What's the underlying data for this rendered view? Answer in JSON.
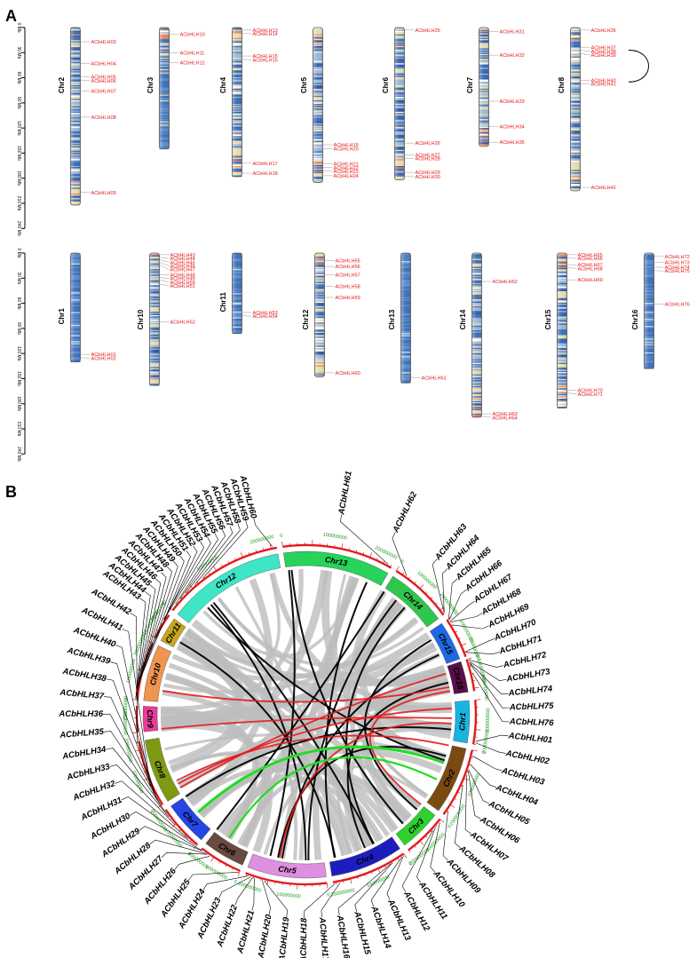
{
  "panel_a": {
    "label": "A",
    "scale_ticks": [
      "0 Mb",
      "30 Mb",
      "60 Mb",
      "90 Mb",
      "120 Mb",
      "150 Mb",
      "180 Mb",
      "210 Mb",
      "240 Mb"
    ],
    "rows": [
      {
        "chromosomes": [
          {
            "name": "Chr2",
            "length_mb": 212,
            "genes": [
              {
                "id": "ACbHLH03",
                "pos": 17
              },
              {
                "id": "ACbHLH04",
                "pos": 43
              },
              {
                "id": "ACbHLH05",
                "pos": 59
              },
              {
                "id": "ACbHLH06",
                "pos": 63
              },
              {
                "id": "ACbHLH07",
                "pos": 76
              },
              {
                "id": "ACbHLH08",
                "pos": 107
              },
              {
                "id": "ACbHLH09",
                "pos": 197
              }
            ]
          },
          {
            "name": "Chr3",
            "length_mb": 145,
            "genes": [
              {
                "id": "ACbHLH10",
                "pos": 8
              },
              {
                "id": "ACbHLH11",
                "pos": 30
              },
              {
                "id": "ACbHLH12",
                "pos": 42
              }
            ]
          },
          {
            "name": "Chr4",
            "length_mb": 178,
            "genes": [
              {
                "id": "ACbHLH13",
                "pos": 3
              },
              {
                "id": "ACbHLH14",
                "pos": 7
              },
              {
                "id": "ACbHLH15",
                "pos": 34
              },
              {
                "id": "ACbHLH16",
                "pos": 38
              },
              {
                "id": "ACbHLH17",
                "pos": 162
              },
              {
                "id": "ACbHLH18",
                "pos": 174
              }
            ]
          },
          {
            "name": "Chr5",
            "length_mb": 185,
            "genes": [
              {
                "id": "ACbHLH19",
                "pos": 140
              },
              {
                "id": "ACbHLH20",
                "pos": 145
              },
              {
                "id": "ACbHLH21",
                "pos": 163
              },
              {
                "id": "ACbHLH22",
                "pos": 167
              },
              {
                "id": "ACbHLH23",
                "pos": 171
              },
              {
                "id": "ACbHLH24",
                "pos": 177
              }
            ]
          },
          {
            "name": "Chr6",
            "length_mb": 182,
            "genes": [
              {
                "id": "ACbHLH25",
                "pos": 3
              },
              {
                "id": "ACbHLH26",
                "pos": 138
              },
              {
                "id": "ACbHLH27",
                "pos": 152
              },
              {
                "id": "ACbHLH28",
                "pos": 156
              },
              {
                "id": "ACbHLH29",
                "pos": 173
              },
              {
                "id": "ACbHLH30",
                "pos": 178
              }
            ]
          },
          {
            "name": "Chr7",
            "length_mb": 142,
            "genes": [
              {
                "id": "ACbHLH31",
                "pos": 5
              },
              {
                "id": "ACbHLH32",
                "pos": 33
              },
              {
                "id": "ACbHLH33",
                "pos": 88
              },
              {
                "id": "ACbHLH34",
                "pos": 118
              },
              {
                "id": "ACbHLH35",
                "pos": 137
              }
            ]
          },
          {
            "name": "Chr8",
            "length_mb": 195,
            "genes": [
              {
                "id": "ACbHLH36",
                "pos": 3
              },
              {
                "id": "ACbHLH37",
                "pos": 24
              },
              {
                "id": "ACbHLH38",
                "pos": 27
              },
              {
                "id": "ACbHLH39",
                "pos": 31
              },
              {
                "id": "ACbHLH40",
                "pos": 63
              },
              {
                "id": "ACbHLH41",
                "pos": 67
              },
              {
                "id": "ACbHLH42",
                "pos": 191
              }
            ]
          }
        ]
      },
      {
        "chromosomes": [
          {
            "name": "Chr1",
            "length_mb": 130,
            "genes": [
              {
                "id": "ACbHLH01",
                "pos": 121
              },
              {
                "id": "ACbHLH02",
                "pos": 125
              }
            ]
          },
          {
            "name": "Chr10",
            "length_mb": 158,
            "genes": [
              {
                "id": "ACbHLH43",
                "pos": 2
              },
              {
                "id": "ACbHLH44",
                "pos": 5
              },
              {
                "id": "ACbHLH45",
                "pos": 8
              },
              {
                "id": "ACbHLH46",
                "pos": 11
              },
              {
                "id": "ACbHLH47",
                "pos": 14
              },
              {
                "id": "ACbHLH48",
                "pos": 26
              },
              {
                "id": "ACbHLH49",
                "pos": 29
              },
              {
                "id": "ACbHLH50",
                "pos": 32
              },
              {
                "id": "ACbHLH51",
                "pos": 37
              },
              {
                "id": "ACbHLH52",
                "pos": 82
              }
            ]
          },
          {
            "name": "Chr11",
            "length_mb": 96,
            "genes": [
              {
                "id": "ACbHLH53",
                "pos": 71
              },
              {
                "id": "ACbHLH54",
                "pos": 75
              }
            ]
          },
          {
            "name": "Chr12",
            "length_mb": 148,
            "genes": [
              {
                "id": "ACbHLH55",
                "pos": 9
              },
              {
                "id": "ACbHLH56",
                "pos": 16
              },
              {
                "id": "ACbHLH57",
                "pos": 26
              },
              {
                "id": "ACbHLH58",
                "pos": 40
              },
              {
                "id": "ACbHLH59",
                "pos": 53
              },
              {
                "id": "ACbHLH60",
                "pos": 143
              }
            ]
          },
          {
            "name": "Chr13",
            "length_mb": 155,
            "genes": [
              {
                "id": "ACbHLH61",
                "pos": 149
              }
            ]
          },
          {
            "name": "Chr14",
            "length_mb": 196,
            "genes": [
              {
                "id": "ACbHLH62",
                "pos": 34
              },
              {
                "id": "ACbHLH63",
                "pos": 192
              },
              {
                "id": "ACbHLH64",
                "pos": 195
              }
            ]
          },
          {
            "name": "Chr15",
            "length_mb": 185,
            "genes": [
              {
                "id": "ACbHLH65",
                "pos": 2
              },
              {
                "id": "ACbHLH66",
                "pos": 6
              },
              {
                "id": "ACbHLH67",
                "pos": 14
              },
              {
                "id": "ACbHLH68",
                "pos": 17
              },
              {
                "id": "ACbHLH69",
                "pos": 32
              },
              {
                "id": "ACbHLH70",
                "pos": 164
              },
              {
                "id": "ACbHLH71",
                "pos": 167
              }
            ]
          },
          {
            "name": "Chr16",
            "length_mb": 138,
            "genes": [
              {
                "id": "ACbHLH72",
                "pos": 4
              },
              {
                "id": "ACbHLH73",
                "pos": 11
              },
              {
                "id": "ACbHLH74",
                "pos": 17
              },
              {
                "id": "ACbHLH75",
                "pos": 21
              },
              {
                "id": "ACbHLH76",
                "pos": 61
              }
            ]
          }
        ]
      }
    ]
  },
  "panel_b": {
    "label": "B",
    "chromosomes": [
      {
        "name": "Chr1",
        "color": "#17b6e2"
      },
      {
        "name": "Chr2",
        "color": "#7a4a13"
      },
      {
        "name": "Chr3",
        "color": "#2fd12f"
      },
      {
        "name": "Chr4",
        "color": "#1d1dbf"
      },
      {
        "name": "Chr5",
        "color": "#df8fe0"
      },
      {
        "name": "Chr6",
        "color": "#6a4a40"
      },
      {
        "name": "Chr7",
        "color": "#2545e6"
      },
      {
        "name": "Chr8",
        "color": "#7e9a12"
      },
      {
        "name": "Chr9",
        "color": "#ea3a9a"
      },
      {
        "name": "Chr10",
        "color": "#ef9550"
      },
      {
        "name": "Chr11",
        "color": "#c9a71a"
      },
      {
        "name": "Chr12",
        "color": "#3fe6c6"
      },
      {
        "name": "Chr13",
        "color": "#27d35a"
      },
      {
        "name": "Chr14",
        "color": "#2fc74b"
      },
      {
        "name": "Chr15",
        "color": "#1d6ae6"
      },
      {
        "name": "Chr16",
        "color": "#5a0f48"
      }
    ],
    "scale_labels": [
      "0",
      "100000000",
      "200000000"
    ],
    "colors": {
      "ring": "#e31a1c",
      "segmental": "#bdbdbd",
      "tandem": "#000000",
      "red_link": "#e31a1c",
      "green_link": "#22dd22"
    }
  }
}
